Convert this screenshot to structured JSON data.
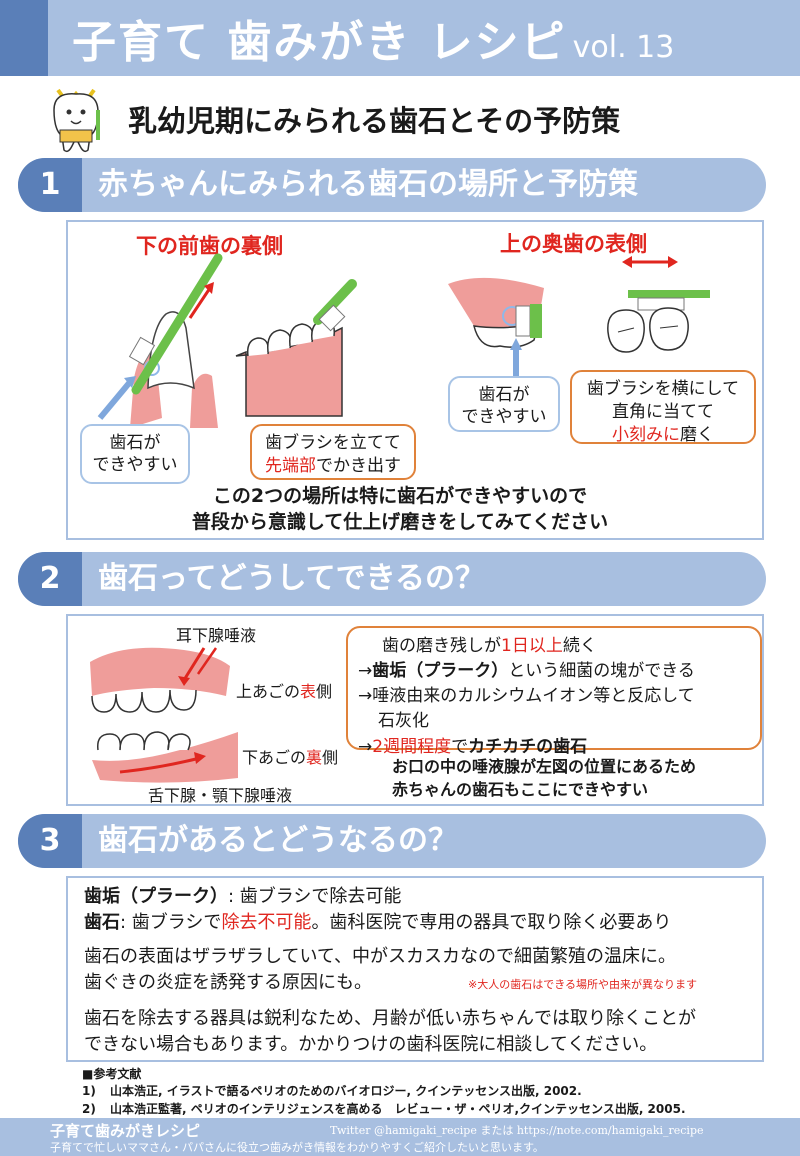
{
  "header": {
    "title": "子育て 歯みがき レシピ",
    "vol": "vol. 13"
  },
  "main_title": "乳幼児期にみられる歯石とその予防策",
  "section1": {
    "num": "1",
    "title": "赤ちゃんにみられる歯石の場所と予防策",
    "left_label": "下の前歯の裏側",
    "right_label": "上の奥歯の表側",
    "callout_left": [
      "歯石が",
      "できやすい"
    ],
    "callout_mid_1": "歯ブラシを立てて",
    "callout_mid_2_red": "先端部",
    "callout_mid_2_rest": "でかき出す",
    "callout_right_small": [
      "歯石が",
      "できやすい"
    ],
    "callout_right_1": "歯ブラシを横にして",
    "callout_right_2": "直角に当てて",
    "callout_right_3_red": "小刻みに",
    "callout_right_3_rest": "磨く",
    "note_1": "この2つの場所は特に歯石ができやすいので",
    "note_2": "普段から意識して仕上げ磨きをしてみてください"
  },
  "section2": {
    "num": "2",
    "title": "歯石ってどうしてできるの？",
    "label_parotid": "耳下腺唾液",
    "label_upper_pre": "上あごの",
    "label_upper_red": "表",
    "label_upper_post": "側",
    "label_lower_pre": "下あごの",
    "label_lower_red": "裏",
    "label_lower_post": "側",
    "label_sublingual": "舌下腺・顎下腺唾液",
    "box_l1_pre": "歯の磨き残しが",
    "box_l1_red": "1日以上",
    "box_l1_post": "続く",
    "box_l2_arrow": "→",
    "box_l2_bold": "歯垢（プラーク）",
    "box_l2_rest": "という細菌の塊ができる",
    "box_l3": "→唾液由来のカルシウムイオン等と反応して",
    "box_l4": "石灰化",
    "box_l5_arrow": "→",
    "box_l5_red": "2週間程度",
    "box_l5_mid": "で",
    "box_l5_bold": "カチカチの歯石",
    "note_1": "お口の中の唾液腺が左図の位置にあるため",
    "note_2": "赤ちゃんの歯石もここにできやすい"
  },
  "section3": {
    "num": "3",
    "title": "歯石があるとどうなるの？",
    "l1_bold": "歯垢（プラーク）",
    "l1_rest": ": 歯ブラシで除去可能",
    "l2_bold": "歯石",
    "l2_pre": ": 歯ブラシで",
    "l2_red": "除去不可能",
    "l2_rest": "。歯科医院で専用の器具で取り除く必要あり",
    "p2_l1": "歯石の表面はザラザラしていて、中がスカスカなので細菌繁殖の温床に。",
    "p2_l2": "歯ぐきの炎症を誘発する原因にも。",
    "small_note": "※大人の歯石はできる場所や由来が異なります",
    "p3_l1": "歯石を除去する器具は鋭利なため、月齢が低い赤ちゃんでは取り除くことが",
    "p3_l2": "できない場合もあります。かかりつけの歯科医院に相談してください。"
  },
  "references": {
    "heading": "■参考文献",
    "items": [
      {
        "num": "1)",
        "text": "山本浩正, イラストで語るペリオのためのバイオロジー, クインテッセンス出版, 2002."
      },
      {
        "num": "2)",
        "text": "山本浩正監著, ペリオのインテリジェンスを高める　レビュー・ザ・ペリオ,クインテッセンス出版, 2005."
      }
    ]
  },
  "footer": {
    "brand": "子育て歯みがきレシピ",
    "twitter": "Twitter @hamigaki_recipe または  https://note.com/hamigaki_recipe",
    "desc": "子育てで忙しいママさん・パパさんに役立つ歯みがき情報をわかりやすくご紹介したいと思います。"
  },
  "colors": {
    "accent_dark": "#5a7fb8",
    "accent_light": "#a8bfe0",
    "red": "#e0261f",
    "orange": "#e0823a",
    "gum": "#ef9d9a",
    "brush_green": "#6cc04a"
  }
}
